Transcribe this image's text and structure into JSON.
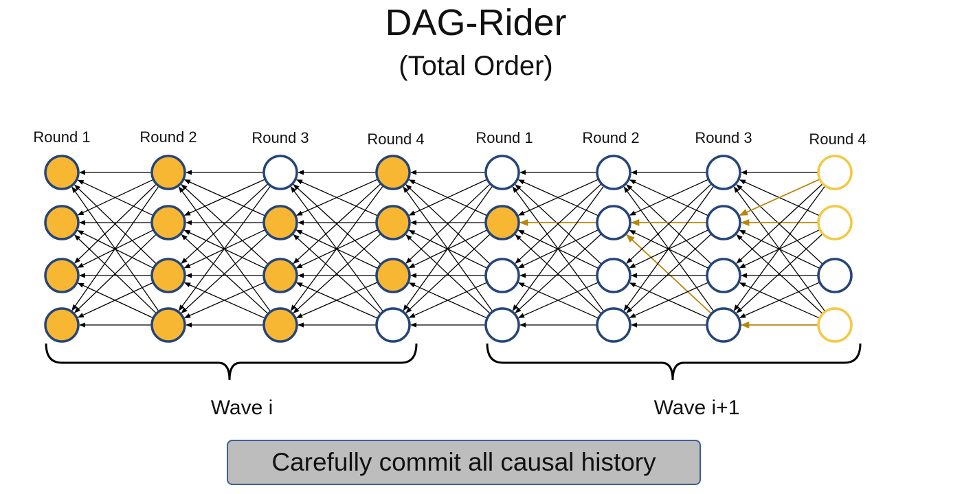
{
  "title": "DAG-Rider",
  "subtitle": "(Total Order)",
  "rounds": [
    "Round 1",
    "Round 2",
    "Round 3",
    "Round 4",
    "Round 1",
    "Round 2",
    "Round 3",
    "Round 4"
  ],
  "waves": [
    "Wave i",
    "Wave i+1"
  ],
  "banner": "Carefully commit all causal history",
  "colors": {
    "filled": "#f7b733",
    "outline": "#25457a",
    "leader": "#f5c842",
    "highlight_edge": "#b8860b",
    "edge": "#000000"
  },
  "node_states": [
    [
      "filled",
      "filled",
      "filled",
      "filled"
    ],
    [
      "filled",
      "filled",
      "filled",
      "filled"
    ],
    [
      "empty",
      "filled",
      "filled",
      "filled"
    ],
    [
      "filled",
      "filled",
      "filled",
      "empty"
    ],
    [
      "empty",
      "filled",
      "empty",
      "empty"
    ],
    [
      "empty",
      "empty",
      "empty",
      "empty"
    ],
    [
      "empty",
      "empty",
      "empty",
      "empty"
    ],
    [
      "yellow",
      "yellow",
      "empty",
      "yellow"
    ]
  ],
  "highlighted_edges": [
    {
      "from": [
        4,
        1
      ],
      "to": [
        5,
        1
      ]
    },
    {
      "from": [
        5,
        1
      ],
      "to": [
        6,
        1
      ]
    },
    {
      "from": [
        5,
        1
      ],
      "to": [
        6,
        3
      ]
    },
    {
      "from": [
        6,
        1
      ],
      "to": [
        7,
        0
      ]
    },
    {
      "from": [
        6,
        1
      ],
      "to": [
        7,
        1
      ]
    },
    {
      "from": [
        6,
        3
      ],
      "to": [
        7,
        3
      ]
    }
  ]
}
